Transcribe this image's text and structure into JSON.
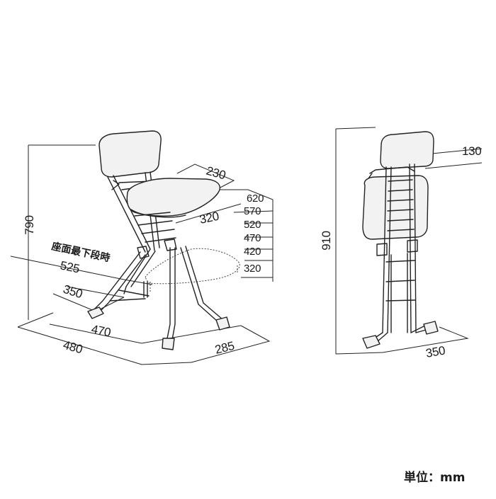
{
  "diagram": {
    "left_view": {
      "dims": {
        "backrest_width": "230",
        "seat_h_620": "620",
        "seat_h_570": "570",
        "seat_h_520": "520",
        "seat_h_470": "470",
        "seat_h_420": "420",
        "seat_h_320": "320",
        "seat_depth": "320",
        "total_height": "790",
        "lowest_seat_depth": "525",
        "lowest_seat_note": "座面最下段時",
        "inner_depth": "350",
        "inner_length": "470",
        "total_length": "480",
        "width": "285"
      }
    },
    "right_view": {
      "dims": {
        "folded_thickness": "130",
        "folded_height": "910",
        "folded_depth": "350"
      }
    },
    "unit_label": "単位：mm"
  }
}
